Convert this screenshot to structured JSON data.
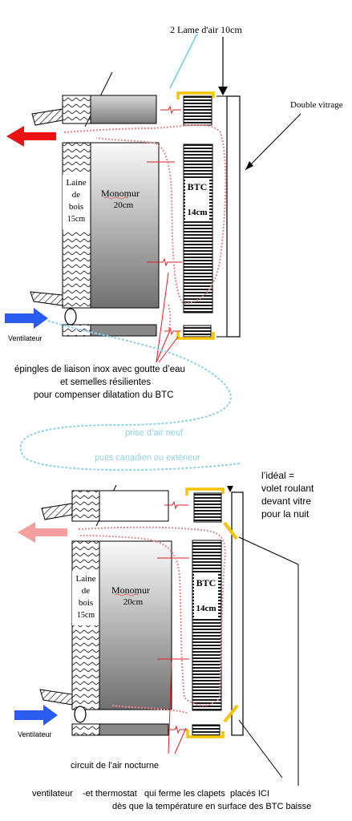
{
  "diagram_top": {
    "air_gap_label": "2 Lame d'air 10cm",
    "double_glazing_label": "Double vitrage",
    "wood_wool_label": [
      "Laine",
      "de",
      "bois",
      "15cm"
    ],
    "monomur_label": [
      "Monomur",
      "20cm"
    ],
    "btc_label": [
      "BTC",
      "14cm"
    ],
    "fan_label": "Ventilateur",
    "pins_caption": [
      "épingles de liaison inox avec goutte d’eau",
      "et semelles résilientes",
      "pour compenser dilatation du BTC"
    ],
    "fresh_air_label": "prise d’air neuf",
    "source_label": "puits canadien ou extérieur"
  },
  "diagram_bottom": {
    "ideal_note": [
      "l’idéal =",
      "volet roulant",
      "devant vitre",
      "pour la nuit"
    ],
    "wood_wool_label": [
      "Laine",
      "de",
      "bois",
      "15cm"
    ],
    "monomur_label": [
      "Monomur",
      "20cm"
    ],
    "btc_label": [
      "BTC",
      "14cm"
    ],
    "fan_label": "Ventilateur",
    "night_circuit_label": "circuit  de l’air nocturne",
    "footer_line1": "ventilateur    -et thermostat   qui ferme les clapets  placés ICI",
    "footer_line2": "dès que la température en surface des BTC baisse"
  },
  "colors": {
    "arrow_red": "#ee1111",
    "arrow_pink": "#f4a0a0",
    "arrow_blue": "#2a5cf0",
    "air_cyan": "#8fd3ea",
    "flow_pink": "#e88a8a",
    "clapet_yellow": "#f5c400"
  }
}
